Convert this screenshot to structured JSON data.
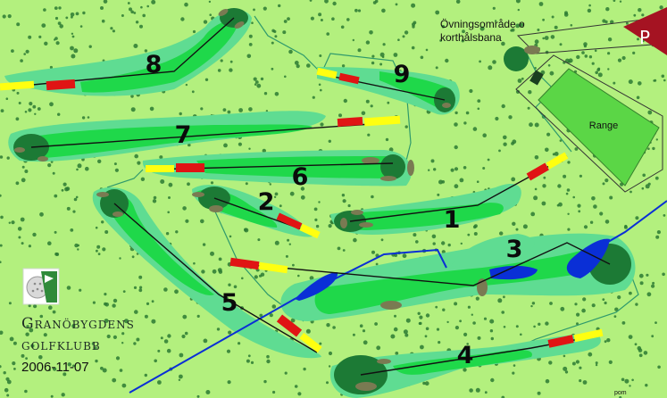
{
  "colors": {
    "background": "#b3f07e",
    "rough": "#5fdc92",
    "fairway": "#1fd84a",
    "green": "#1c7a35",
    "tree": "#2c7a32",
    "water": "#0a2fd6",
    "tee_red": "#e01414",
    "tee_yellow": "#ffff10",
    "parking": "#a51322",
    "range": "#5bd646"
  },
  "labels": {
    "practice_area_line1": "Övningsområde o",
    "practice_area_line2": "korthålsbana",
    "range": "Range",
    "parking": "P",
    "club_line1": "Granöbygdens",
    "club_line2": "golfklubb",
    "date": "2006-11-07",
    "credit": "pom"
  },
  "holes": [
    {
      "number": "1"
    },
    {
      "number": "2"
    },
    {
      "number": "3"
    },
    {
      "number": "4"
    },
    {
      "number": "5"
    },
    {
      "number": "6"
    },
    {
      "number": "7"
    },
    {
      "number": "8"
    },
    {
      "number": "9"
    }
  ],
  "icons": {
    "club_logo": "golf-ball-flag-logo"
  }
}
